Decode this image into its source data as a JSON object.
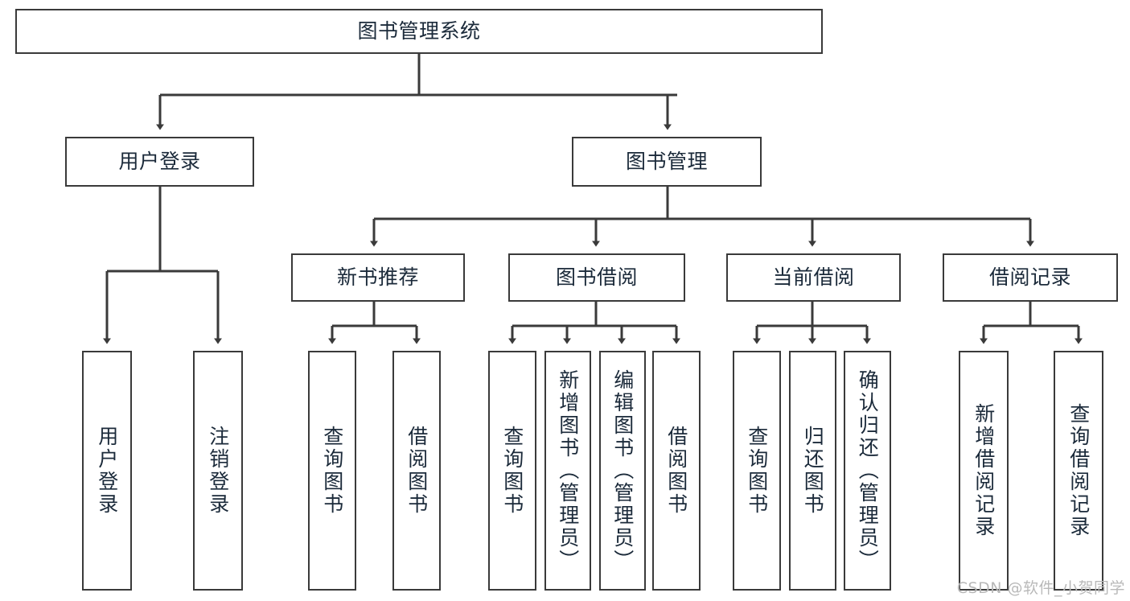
{
  "diagram": {
    "title_text": "图书管理系统",
    "type": "hierarchy-tree",
    "line_color": "#3a3a3a",
    "text_color": "#1b2a3a",
    "background_color": "#ffffff",
    "watermark": "CSDN @软件_小贺同学",
    "nodes": {
      "root": {
        "label": "图书管理系统"
      },
      "level2": [
        {
          "id": "user-login",
          "label": "用户登录"
        },
        {
          "id": "book-management",
          "label": "图书管理"
        }
      ],
      "level3": [
        {
          "id": "new-book-recommend",
          "label": "新书推荐"
        },
        {
          "id": "book-borrow",
          "label": "图书借阅"
        },
        {
          "id": "current-borrow",
          "label": "当前借阅"
        },
        {
          "id": "borrow-record",
          "label": "借阅记录"
        }
      ],
      "leaves": [
        {
          "id": "leaf-user-login",
          "label": "用户登录",
          "parent": "user-login"
        },
        {
          "id": "leaf-logout",
          "label": "注销登录",
          "parent": "user-login"
        },
        {
          "id": "leaf-query-book-1",
          "label": "查询图书",
          "parent": "new-book-recommend"
        },
        {
          "id": "leaf-borrow-book-1",
          "label": "借阅图书",
          "parent": "new-book-recommend"
        },
        {
          "id": "leaf-query-book-2",
          "label": "查询图书",
          "parent": "book-borrow"
        },
        {
          "id": "leaf-add-book",
          "label": "新增图书（管理员）",
          "parent": "book-borrow"
        },
        {
          "id": "leaf-edit-book",
          "label": "编辑图书（管理员）",
          "parent": "book-borrow"
        },
        {
          "id": "leaf-borrow-book-2",
          "label": "借阅图书",
          "parent": "book-borrow"
        },
        {
          "id": "leaf-query-book-3",
          "label": "查询图书",
          "parent": "current-borrow"
        },
        {
          "id": "leaf-return-book",
          "label": "归还图书",
          "parent": "current-borrow"
        },
        {
          "id": "leaf-confirm-return",
          "label": "确认归还（管理员）",
          "parent": "current-borrow"
        },
        {
          "id": "leaf-add-record",
          "label": "新增借阅记录",
          "parent": "borrow-record"
        },
        {
          "id": "leaf-query-record",
          "label": "查询借阅记录",
          "parent": "borrow-record"
        }
      ]
    }
  }
}
